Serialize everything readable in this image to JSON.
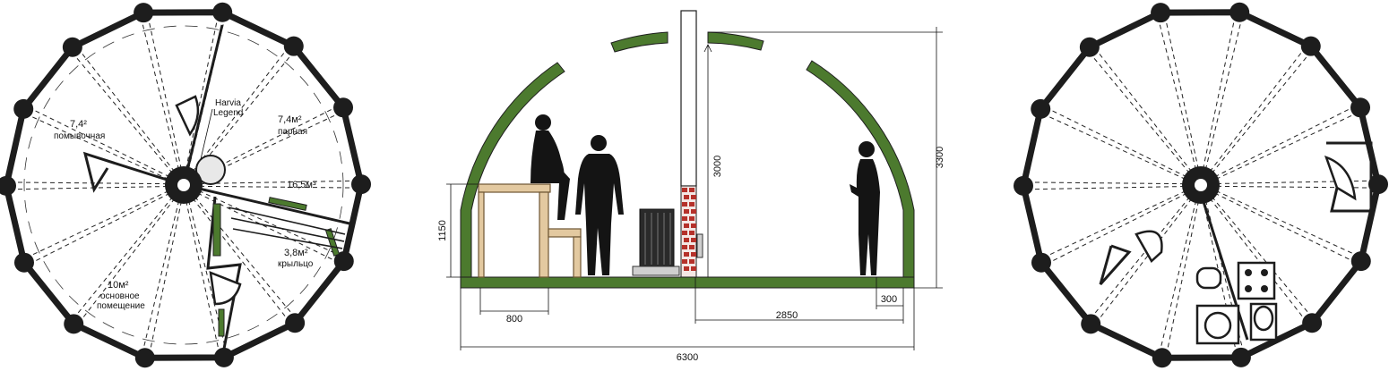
{
  "left_plan": {
    "labels": {
      "wash_area": "7,4²",
      "wash_name": "помывочная",
      "stove_brand": "Harvia",
      "stove_model": "Legend",
      "steam_area": "7,4м²",
      "steam_name": "парная",
      "volume": "16,5м³",
      "porch_area": "3,8м²",
      "porch_name": "крыльцо",
      "main_area": "10м²",
      "main_name_1": "основное",
      "main_name_2": "помещение"
    }
  },
  "section": {
    "dimensions": {
      "height_total": "3300",
      "chimney_height": "3000",
      "bench_height": "1150",
      "bench_width": "800",
      "stove_to_wall": "2850",
      "wall_offset": "300",
      "total_width": "6300"
    }
  },
  "colors": {
    "wall": "#1d1d1d",
    "arch_green": "#4c7a2e",
    "wood": "#e3c9a0",
    "brick": "#b5312a"
  }
}
